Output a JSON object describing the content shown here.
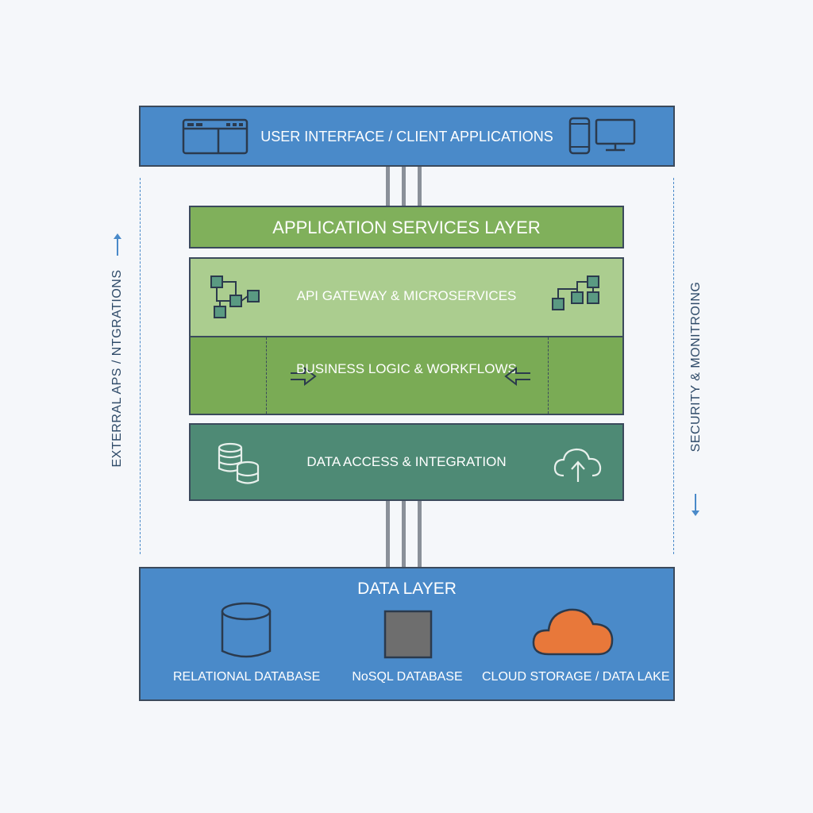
{
  "ui_layer": {
    "label": "USER INTERFACE / CLIENT APPLICATIONS"
  },
  "services": {
    "header": "APPLICATION SERVICES LAYER",
    "api": "API GATEWAY & MICROSERVICES",
    "business": "BUSINESS LOGIC & WORKFLOWS",
    "data_access": "DATA ACCESS & INTEGRATION"
  },
  "data_layer": {
    "title": "DATA LAYER",
    "items": [
      {
        "label": "RELATIONAL DATABASE",
        "icon": "cylinder-database-icon"
      },
      {
        "label": "NoSQL DATABASE",
        "icon": "square-database-icon"
      },
      {
        "label": "CLOUD STORAGE / DATA LAKE",
        "icon": "cloud-icon"
      }
    ]
  },
  "side": {
    "left": "EXTERRAL APS / NTGRATIONS",
    "right": "SECURITY & MONITROING"
  },
  "colors": {
    "background": "#f5f7fa",
    "ui_blue": "#4a8ac9",
    "services_green": "#80b05b",
    "api_light_green": "#abcd8f",
    "business_green": "#7aab55",
    "data_access_teal": "#4e8a75",
    "cloud_orange": "#e8783a",
    "nosql_gray": "#6e6e6e",
    "connector_gray": "#8a9099"
  }
}
